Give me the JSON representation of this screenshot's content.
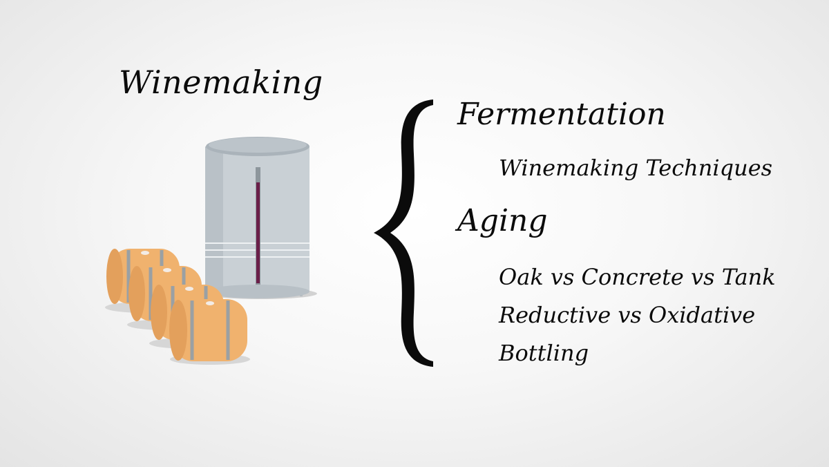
{
  "title": "Winemaking",
  "topics": [
    {
      "label": "Fermentation",
      "level": 1
    },
    {
      "label": "Winemaking Techniques",
      "level": 2
    },
    {
      "label": "Aging",
      "level": 1
    },
    {
      "label": "Oak vs Concrete vs Tank",
      "level": 2
    },
    {
      "label": "Reductive vs Oxidative",
      "level": 2
    },
    {
      "label": "Bottling",
      "level": 2
    }
  ],
  "colors": {
    "barrel_wood": "#f0b26e",
    "barrel_hoop": "#9aa0a4",
    "tank_body": "#c9d0d5",
    "tank_lid": "#aab3ba",
    "wine_gauge": "#6a1f49",
    "text": "#0b0b0b"
  },
  "illustration": {
    "tank": "steel-fermentation-tank-icon",
    "barrels": "oak-barrel-icon",
    "barrel_count": 4
  }
}
